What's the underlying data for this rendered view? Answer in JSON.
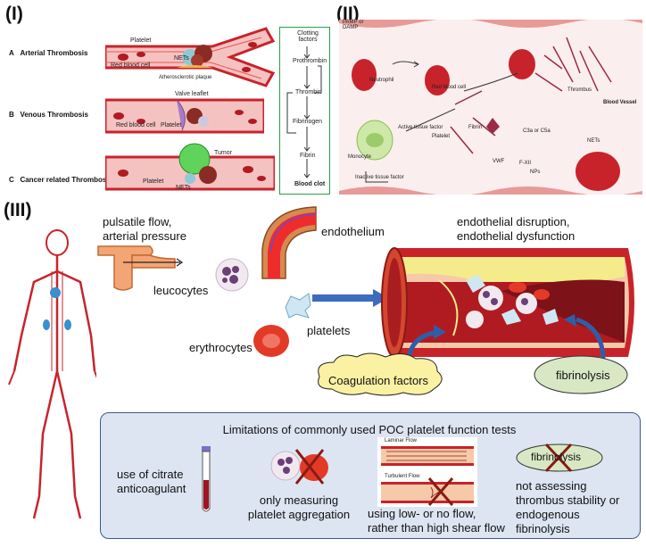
{
  "panels": {
    "p1": {
      "label": "(I)",
      "rows": [
        {
          "letter": "A",
          "title": "Arterial Thrombosis",
          "labels": [
            "Platelet",
            "Red blood cell",
            "NETs",
            "Atherosclerotic plaque"
          ]
        },
        {
          "letter": "B",
          "title": "Venous Thrombosis",
          "labels": [
            "Valve leaflet",
            "Red blood cell",
            "Platelet"
          ]
        },
        {
          "letter": "C",
          "title": "Cancer related Thrombosis",
          "labels": [
            "Tumor",
            "Platelet",
            "NETs"
          ]
        }
      ],
      "cascade": [
        "Clotting factors",
        "Prothrombin",
        "Thrombin",
        "Fibrinogen",
        "Fibrin",
        "Blood clot"
      ]
    },
    "p2": {
      "label": "(II)",
      "labels": {
        "pamp": "PAMP or DAMP",
        "neutrophil": "Neutrophil",
        "rbc": "Red blood cell",
        "thrombus": "Thrombus",
        "vessel": "Blood Vessel",
        "monocyte": "Monocyte",
        "active_tf": "Active tissue factor",
        "platelet": "Platelet",
        "fibrin": "Fibrin",
        "c3a": "C3a or C5a",
        "nets": "NETs",
        "vwf": "VWF",
        "inactive_tf": "Inactive tissue factor",
        "f12": "F-XII",
        "nps": "NPs"
      }
    },
    "p3": {
      "label": "(III)",
      "pulsatile": [
        "pulsatile flow,",
        "arterial pressure"
      ],
      "endothelium": "endothelium",
      "disruption": [
        "endothelial disruption,",
        "endothelial dysfunction"
      ],
      "leucocytes": "leucocytes",
      "platelets": "platelets",
      "erythrocytes": "erythrocytes",
      "coagulation": "Coagulation factors",
      "fibrinolysis": "fibrinolysis"
    }
  },
  "limitations": {
    "title": "Limitations of commonly used POC platelet function tests",
    "items": [
      {
        "text": [
          "use of citrate",
          "anticoagulant"
        ]
      },
      {
        "text": [
          "only measuring",
          "platelet aggregation"
        ]
      },
      {
        "text": [
          "using low- or no flow,",
          "rather than high shear flow"
        ],
        "sub": [
          "Laminar Flow",
          "Turbulent Flow"
        ]
      },
      {
        "badge": "fibrinolysis",
        "text": [
          "not assessing",
          "thrombus stability or",
          "endogenous",
          "fibrinolysis"
        ]
      }
    ]
  },
  "colors": {
    "vessel": "#c8232b",
    "cream": "#fbf1a3",
    "green": "#d9e8c4",
    "box": "#dde5f2",
    "boxborder": "#3d5a8c",
    "roman": "#111111",
    "cascade_border": "#27a04a"
  }
}
